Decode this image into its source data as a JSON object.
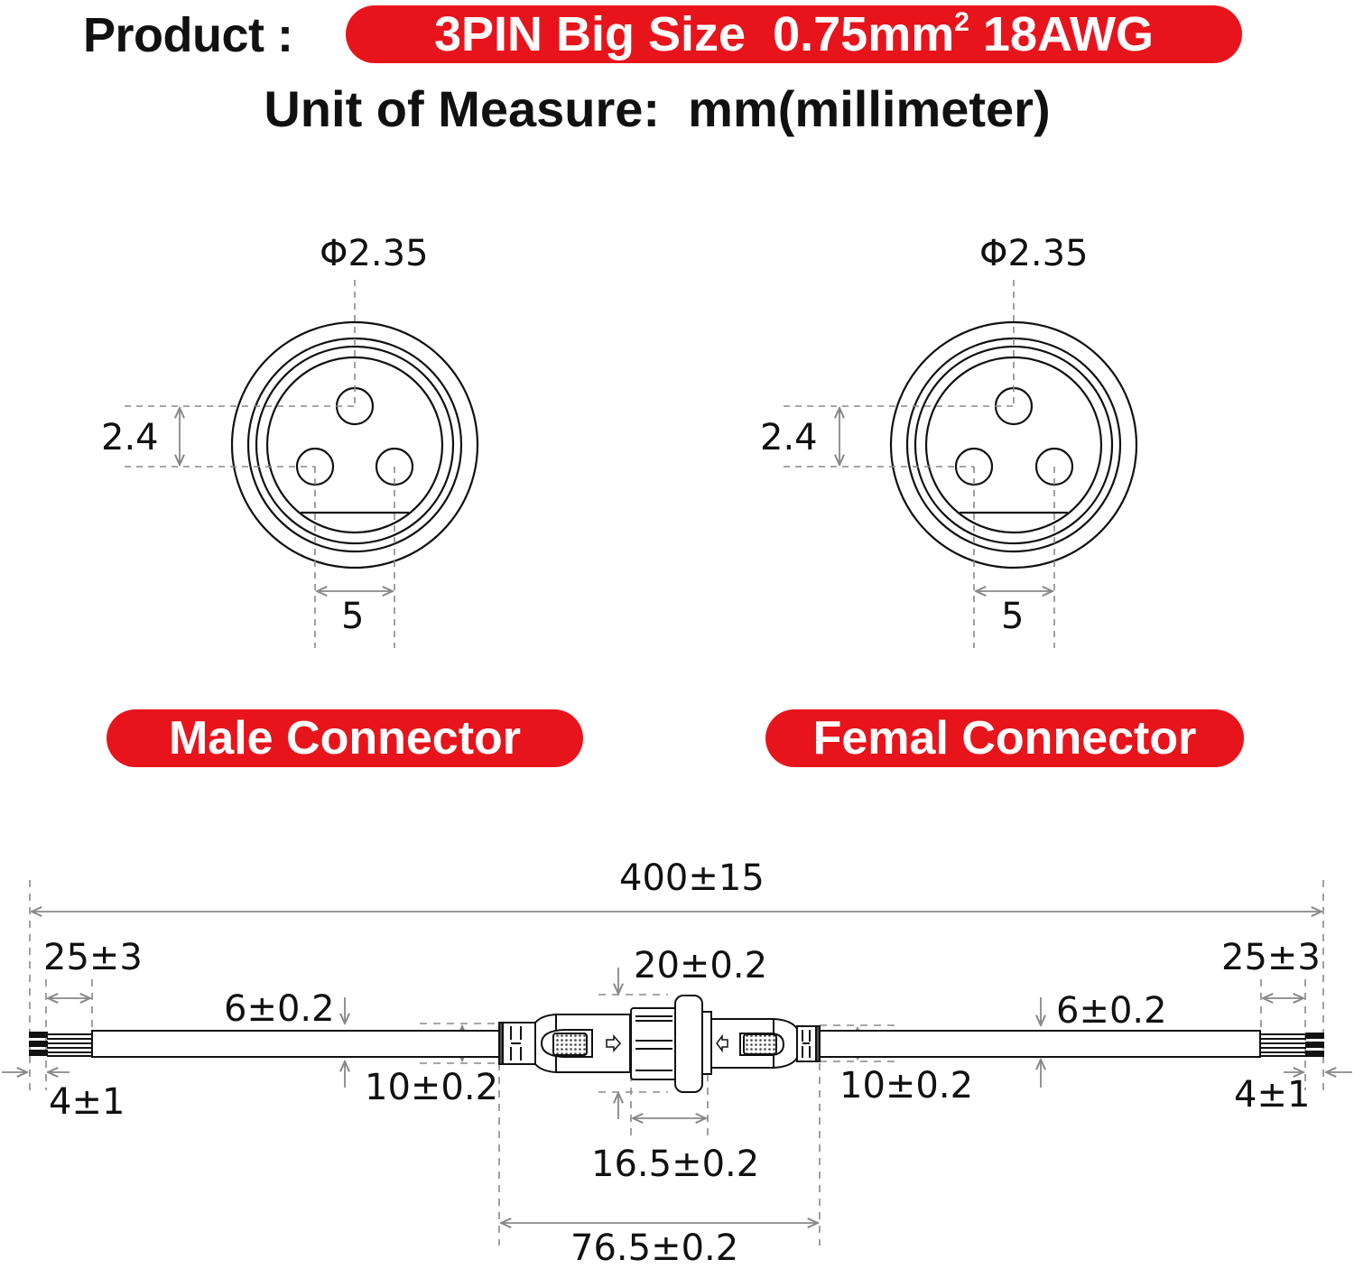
{
  "header": {
    "product_label": "Product :",
    "product_value": "3PIN Big Size  0.75mm",
    "product_superscript": "2",
    "product_suffix": " 18AWG",
    "unit_line": "Unit of Measure:  mm(millimeter)"
  },
  "colors": {
    "accent_red": "#e8141c",
    "line_black": "#111111",
    "dimension_gray": "#888888"
  },
  "connectors": {
    "male": {
      "label": "Male Connector",
      "pin_diameter": "Φ2.35",
      "vertical_pin_spacing": "2.4",
      "horizontal_pin_spacing": "5"
    },
    "female": {
      "label": "Femal Connector",
      "pin_diameter": "Φ2.35",
      "vertical_pin_spacing": "2.4",
      "horizontal_pin_spacing": "5"
    }
  },
  "cable": {
    "total_length": "400±15",
    "left": {
      "strip_length": "25±3",
      "tin_length": "4±1",
      "cable_diameter": "6±0.2",
      "connector_diameter": "10±0.2"
    },
    "right": {
      "strip_length": "25±3",
      "tin_length": "4±1",
      "cable_diameter": "6±0.2",
      "connector_diameter": "10±0.2"
    },
    "nut_diameter": "20±0.2",
    "nut_length": "16.5±0.2",
    "connector_assembly_length": "76.5±0.2"
  }
}
